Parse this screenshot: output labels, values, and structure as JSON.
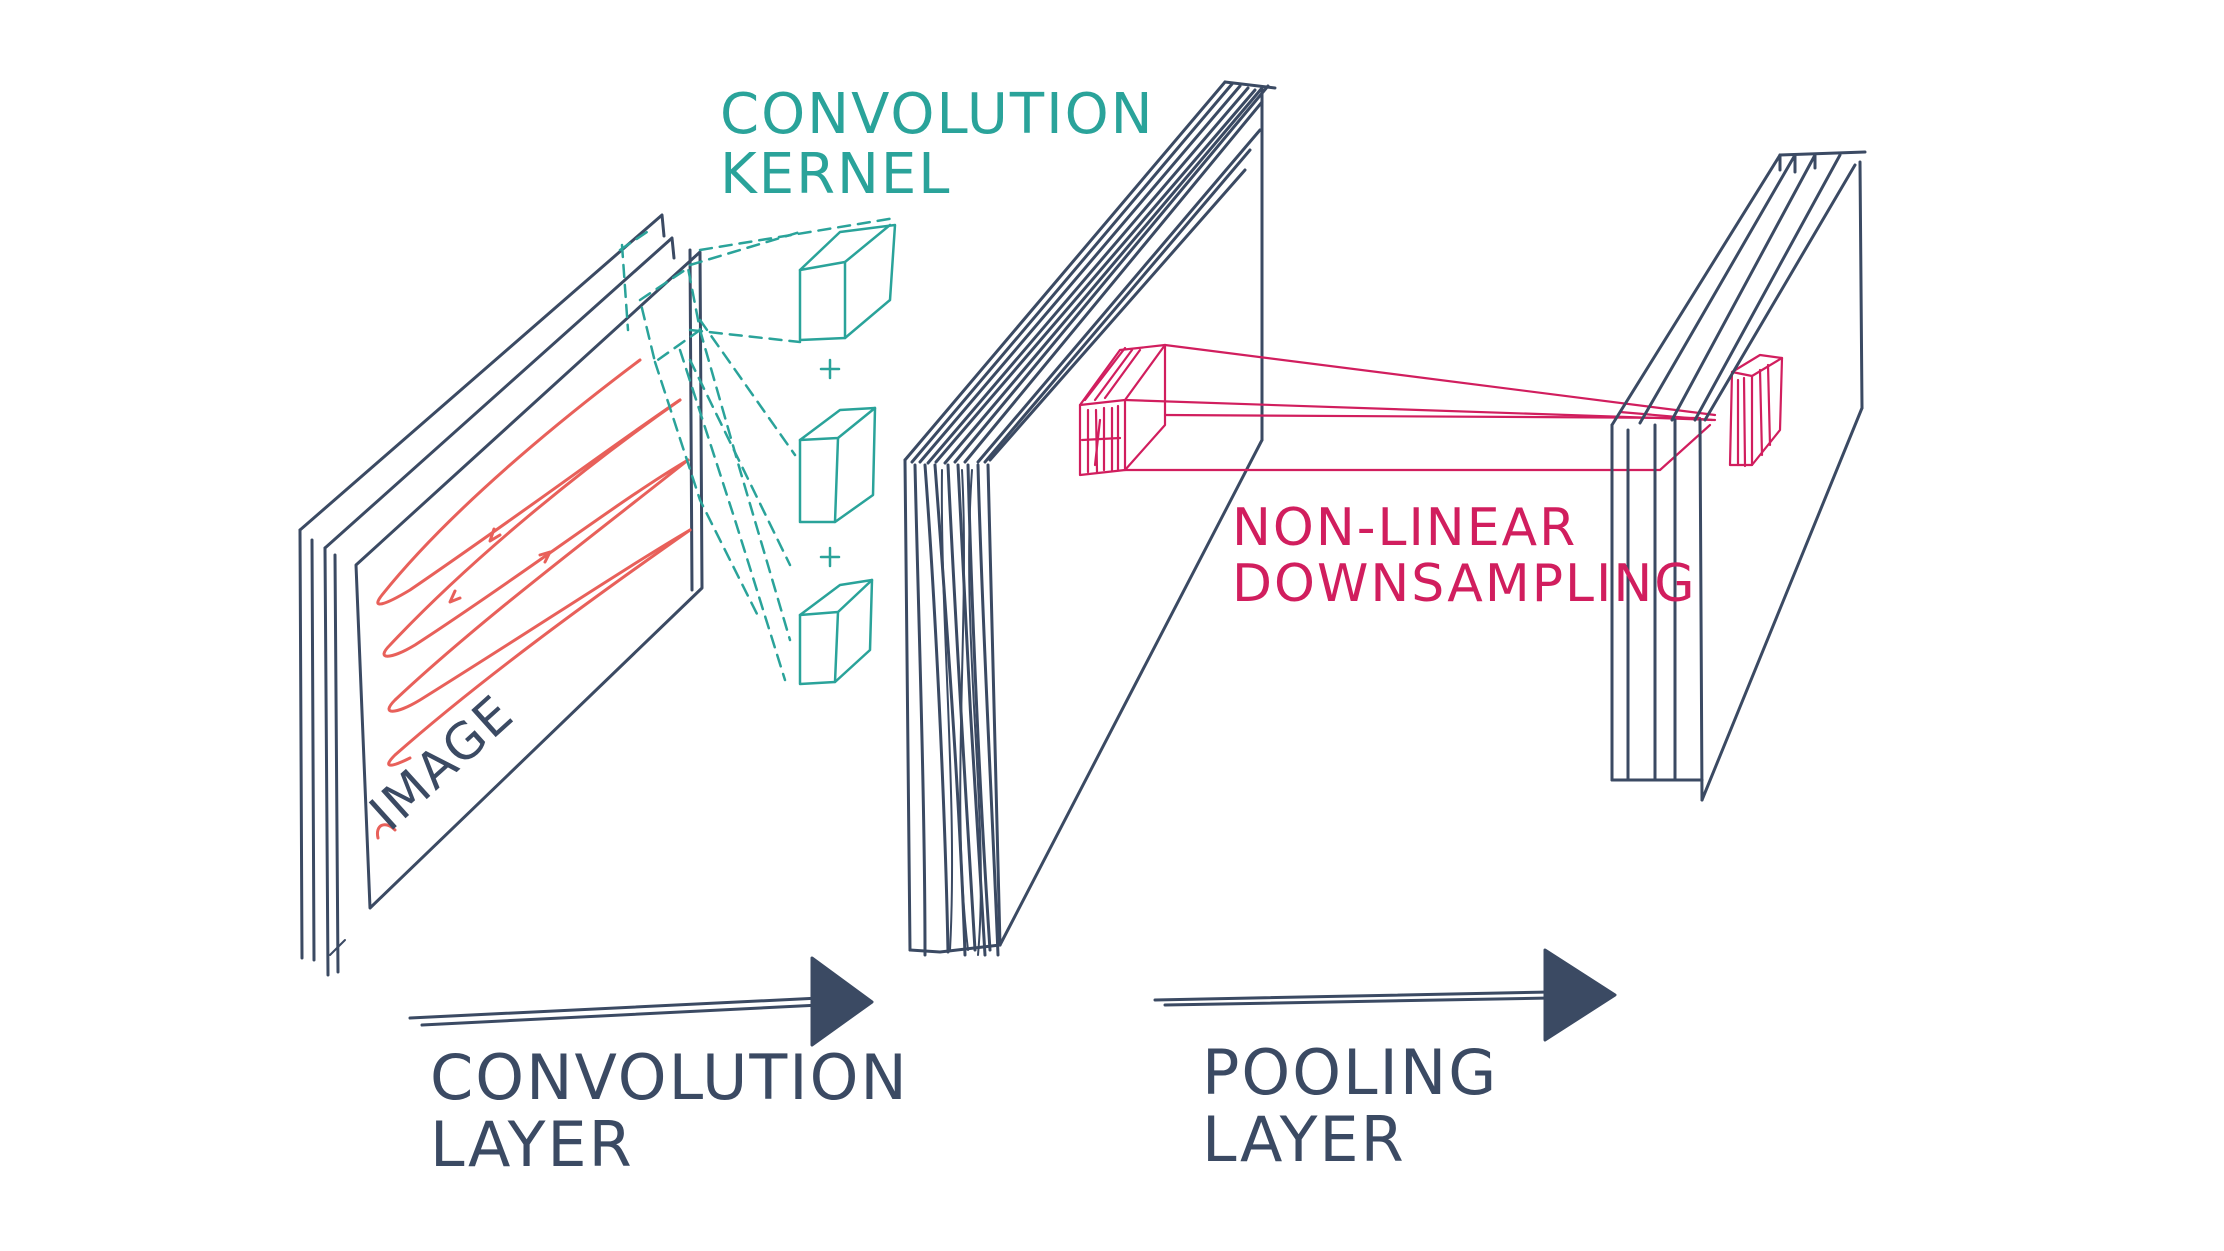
{
  "labels": {
    "convolution_kernel": "CONVOLUTION\nKERNEL",
    "image": "IMAGE",
    "non_linear_downsampling": "NON-LINEAR\nDOWNSAMPLING",
    "convolution_layer": "CONVOLUTION\nLAYER",
    "pooling_layer": "POOLING\nLAYER"
  },
  "colors": {
    "layers": "#3b4a63",
    "kernel": "#2aa39a",
    "scan_path": "#e8605a",
    "pooling_window": "#d11e5e",
    "background": "#ffffff"
  }
}
